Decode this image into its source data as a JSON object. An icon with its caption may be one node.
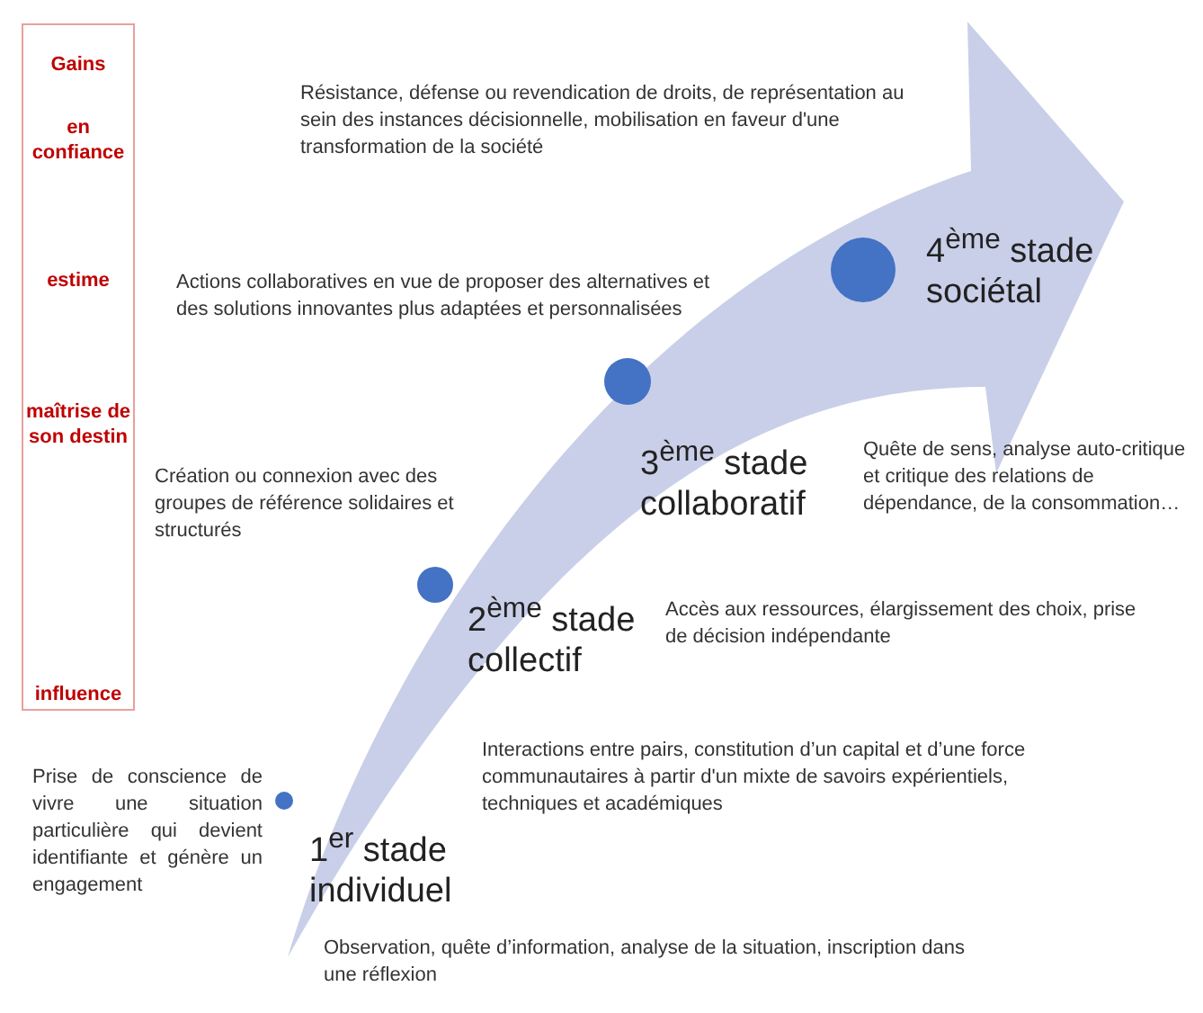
{
  "diagram": {
    "nodes": [
      {
        "text": [
          "Gains",
          "en confiance",
          "estime",
          "maîtrise de son destin",
          "influence"
        ]
      },
      {
        "text": [],
        "shape": "circle",
        "beside": [
          "1$^{er}$ stade individuel"
        ]
      },
      {
        "text": [],
        "shape": "circle",
        "beside": [
          "2$^{ème}$ stade collectif"
        ]
      },
      {
        "text": [],
        "shape": "circle",
        "beside": [
          "3$^{ème}$ stade collaboratif"
        ]
      },
      {
        "text": [],
        "shape": "circle",
        "beside": [
          "4$^{ème}$ stade sociétal"
        ]
      }
    ],
    "labels": [
      "Résistance, défense ou revendication de droits, de représentation au sein des instances décisionnelle, mobilisation en faveur d'une transformation de la société",
      "Actions collaboratives en vue de proposer des alternatives et des solutions innovantes plus adaptées et personnalisées",
      "Création ou connexion avec des groupes de référence solidaires et structurés",
      "Quête de sens, analyse auto-critique et critique des relations de dépendance, de la consommation…",
      "Accès aux ressources, élargissement des choix, prise de décision indépendante",
      "Interactions entre pairs, constitution d’un capital et d’une force communautaires à partir d'un mixte de savoirs expérientiels, techniques et académiques",
      "Prise de conscience de vivre une situation particulière qui devient identifiante et génère un engagement",
      "Observation, quête d’information, analyse de la situation, inscription dans une réflexion"
    ]
  }
}
